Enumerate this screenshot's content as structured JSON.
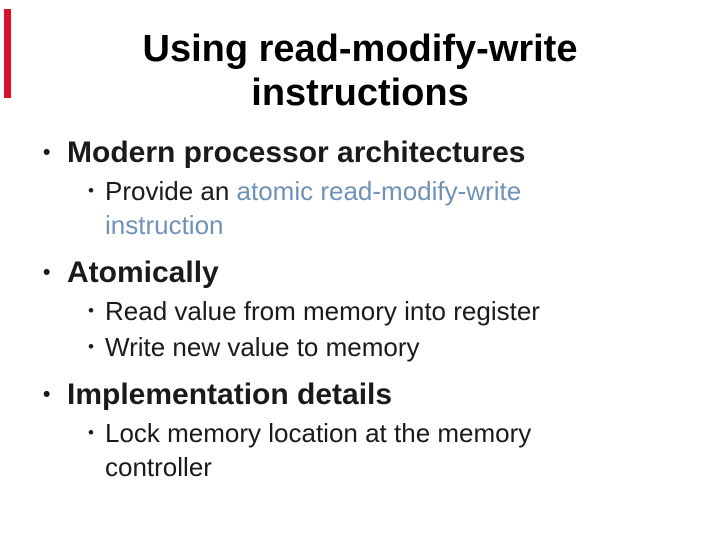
{
  "slide": {
    "title": {
      "lines": [
        "Using read-modify-write",
        "instructions"
      ]
    },
    "accent_bar": {
      "color": "#d6112b"
    },
    "colors": {
      "text": "#1a1a1a",
      "highlight": "#7092b8",
      "background": "#ffffff"
    },
    "bullet_glyph": "•",
    "bullets": [
      {
        "level": 1,
        "segments": [
          {
            "text": "Modern processor architectures",
            "highlight": false
          }
        ]
      },
      {
        "level": 2,
        "segments": [
          {
            "text": "Provide an ",
            "highlight": false
          },
          {
            "text": "atomic read-modify-write instruction",
            "highlight": true
          }
        ]
      },
      {
        "level": 1,
        "segments": [
          {
            "text": "Atomically",
            "highlight": false
          }
        ]
      },
      {
        "level": 2,
        "segments": [
          {
            "text": "Read value from memory into register",
            "highlight": false
          }
        ]
      },
      {
        "level": 2,
        "segments": [
          {
            "text": "Write new value to memory",
            "highlight": false
          }
        ]
      },
      {
        "level": 1,
        "segments": [
          {
            "text": "Implementation details",
            "highlight": false
          }
        ]
      },
      {
        "level": 2,
        "segments": [
          {
            "text": "Lock memory location at the memory controller",
            "highlight": false
          }
        ]
      }
    ]
  }
}
